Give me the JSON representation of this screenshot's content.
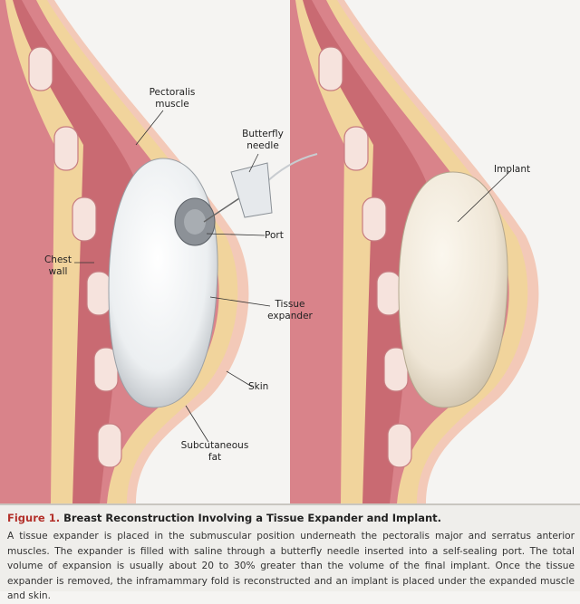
{
  "labels": {
    "pectoralis": "Pectoralis muscle",
    "butterfly": "Butterfly needle",
    "port": "Port",
    "chest_wall": "Chest wall",
    "tissue_expander": "Tissue expander",
    "skin": "Skin",
    "subcutaneous_fat": "Subcutaneous fat",
    "implant": "Implant"
  },
  "caption": {
    "figure_label": "Figure 1.",
    "title": "Breast Reconstruction Involving a Tissue Expander and Implant.",
    "body": "A tissue expander is placed in the submuscular position underneath the pectoralis major and serratus anterior muscles. The expander is filled with saline through a butterfly needle inserted into a self-sealing port. The total volume of expansion is usually about 20 to 30% greater than the volume of the final implant. Once the tissue expander is removed, the inframammary fold is reconstructed and an implant is placed under the expanded muscle and skin."
  },
  "colors": {
    "muscle": "#d9838a",
    "fat": "#f1d49c",
    "skin": "#f3c9b8",
    "accent": "#b3302a"
  }
}
